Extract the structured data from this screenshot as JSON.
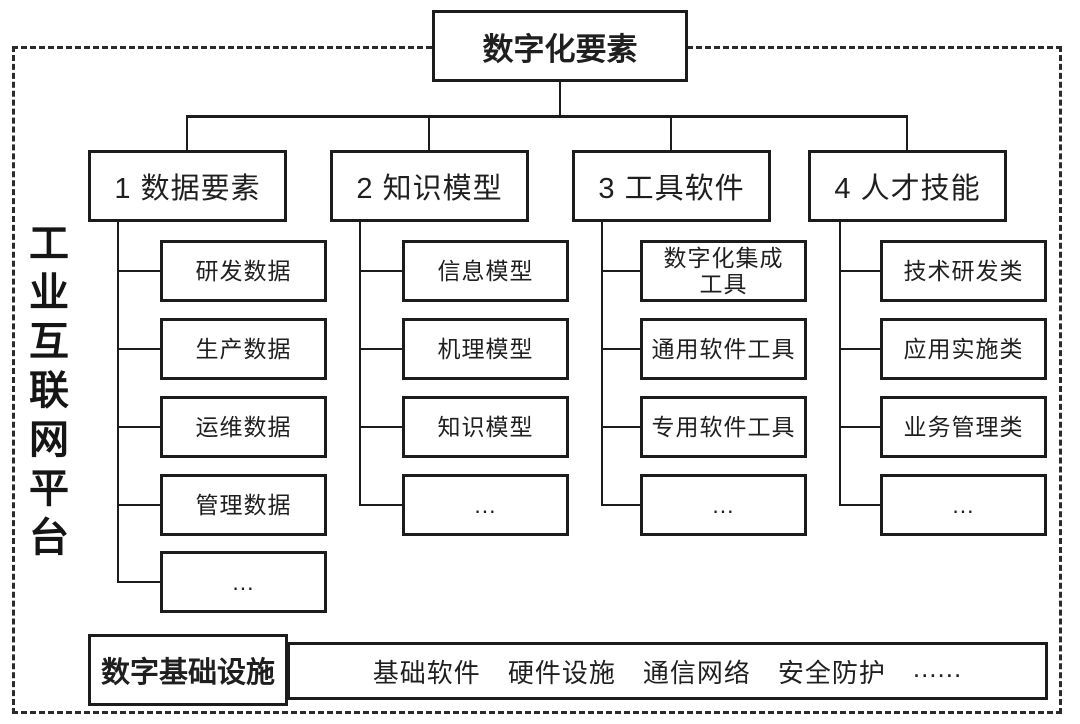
{
  "diagram": {
    "platform_label": "工业互联网平台",
    "root_label": "数字化要素",
    "columns": [
      {
        "label": "1 数据要素",
        "children": [
          "研发数据",
          "生产数据",
          "运维数据",
          "管理数据",
          "..."
        ]
      },
      {
        "label": "2 知识模型",
        "children": [
          "信息模型",
          "机理模型",
          "知识模型",
          "..."
        ]
      },
      {
        "label": "3 工具软件",
        "children": [
          "数字化集成\n工具",
          "通用软件工具",
          "专用软件工具",
          "..."
        ]
      },
      {
        "label": "4 人才技能",
        "children": [
          "技术研发类",
          "应用实施类",
          "业务管理类",
          "..."
        ]
      }
    ],
    "infrastructure": {
      "label": "数字基础设施",
      "items": [
        "基础软件",
        "硬件设施",
        "通信网络",
        "安全防护",
        "......"
      ]
    },
    "colors": {
      "line": "#1c1c1c",
      "text": "#1f1f1f",
      "background": "#ffffff",
      "box_fill": "#ffffff"
    }
  }
}
